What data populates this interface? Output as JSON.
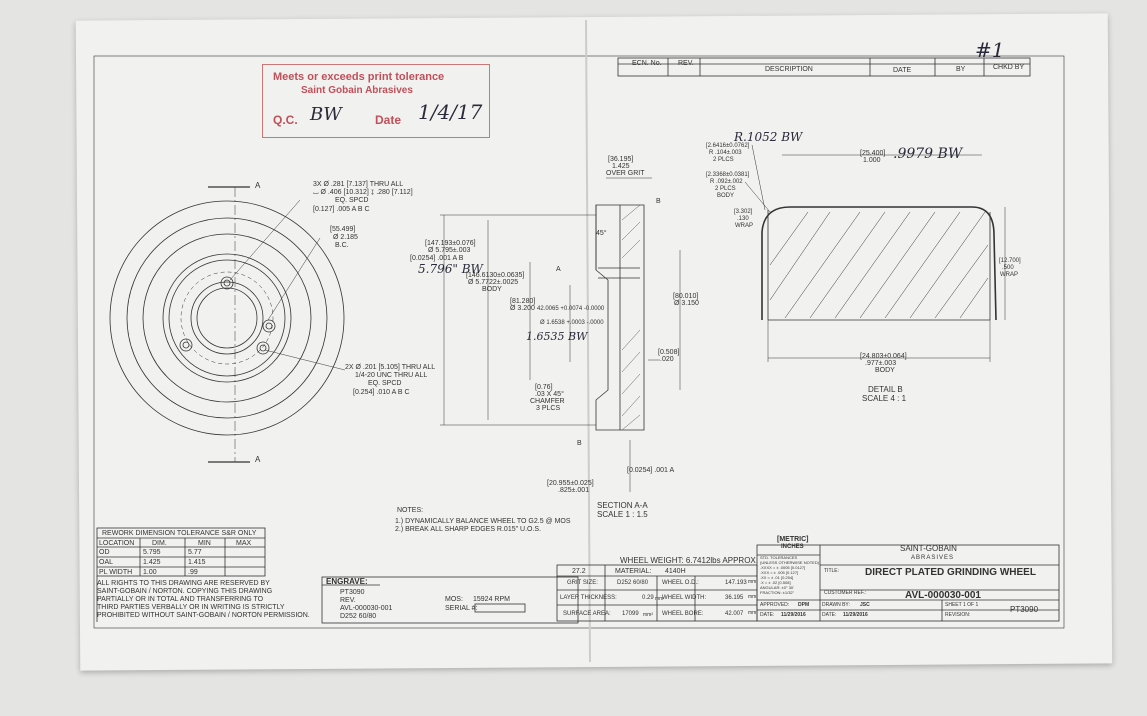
{
  "stamp": {
    "line1": "Meets or exceeds print tolerance",
    "line2": "Saint Gobain Abrasives",
    "qc_label": "Q.C.",
    "qc_value": "BW",
    "date_label": "Date",
    "date_value": "1/4/17"
  },
  "revision_block": {
    "headers": [
      "ECN. No.",
      "REV.",
      "DESCRIPTION",
      "DATE",
      "BY",
      "CHKD BY"
    ],
    "hand_mark": "#1"
  },
  "front_view": {
    "section_label": "A",
    "callout_holes3": [
      "3X Ø .281 [7.137] THRU ALL",
      "⌴ Ø .406 [10.312] ↧ .280 [7.112]",
      "EQ. SPCD"
    ],
    "fcf_holes3": [
      "[0.127]",
      ".005",
      "A",
      "B",
      "C"
    ],
    "bc_values": [
      "[55.499]",
      "Ø 2.185",
      "B.C."
    ],
    "callout_holes2": [
      "2X Ø .201 [5.105] THRU ALL",
      "1/4-20 UNC THRU ALL",
      "EQ. SPCD"
    ],
    "fcf_holes2": [
      "[0.254]",
      ".010",
      "A",
      "B",
      "C"
    ]
  },
  "section_view": {
    "dims": {
      "over_grit": [
        "[36.195]",
        "1.425",
        "OVER GRIT"
      ],
      "od": [
        "[147.193±0.076]",
        "Ø 5.795±.003"
      ],
      "fcf_od": [
        "[0.0254]",
        ".001",
        "A",
        "B"
      ],
      "body": [
        "[146.6130±0.0635]",
        "Ø 5.7722±.0025",
        "BODY"
      ],
      "bore_ref": [
        "[81.280]",
        "Ø 3.200"
      ],
      "bore": [
        "42.0065 +0.0074 -0.0000",
        "Ø 1.6538 +.0003 -.0000"
      ],
      "width": [
        "[80.010]",
        "Ø 3.150"
      ],
      "thk": [
        "[0.508]",
        ".020"
      ],
      "chamfer": [
        "[0.76]",
        ".03 X 45°",
        "CHAMFER",
        "3 PLCS"
      ],
      "bottom": [
        "[20.955±0.025]",
        ".825±.001"
      ],
      "fcf_bottom": [
        "[0.0254]",
        ".001",
        "A"
      ],
      "angle": "45°",
      "datum_a": "A",
      "datum_b": "B",
      "datum_b2": "B"
    },
    "title": [
      "SECTION A-A",
      "SCALE 1 : 1.5"
    ],
    "hand_od": "5.796\" BW",
    "hand_bore": "1.6535 BW"
  },
  "detail_view": {
    "r1": [
      "[2.6416±0.0762]",
      "R .104±.003",
      "2 PLCS"
    ],
    "r2": [
      "[2.3368±0.0381]",
      "R .092±.002",
      "2 PLCS",
      "BODY"
    ],
    "wrap": [
      "[3.302]",
      ".130",
      "WRAP"
    ],
    "top": [
      "[25.400]",
      "1.000"
    ],
    "right": [
      "[12.700]",
      ".500",
      "WRAP"
    ],
    "bottom": [
      "[24.803±0.064]",
      ".977±.003",
      "BODY"
    ],
    "title": [
      "DETAIL B",
      "SCALE 4 : 1"
    ],
    "hand_top": ".9979 BW",
    "hand_r": "R.1052 BW"
  },
  "notes": {
    "heading": "NOTES:",
    "items": [
      "1.) DYNAMICALLY BALANCE WHEEL TO G2.5 @ MOS",
      "2.) BREAK ALL SHARP EDGES R.015\" U.O.S."
    ]
  },
  "rework_table": {
    "title": "REWORK DIMENSION TOLERANCE S&R ONLY",
    "headers": [
      "LOCATION",
      "DIM.",
      "MIN",
      "MAX"
    ],
    "rows": [
      [
        "OD",
        "5.795",
        "5.77",
        ""
      ],
      [
        "OAL",
        "1.425",
        "1.415",
        ""
      ],
      [
        "PL WIDTH",
        "1.00",
        ".99",
        ""
      ]
    ]
  },
  "rights": [
    "ALL RIGHTS TO THIS DRAWING ARE RESERVED BY",
    "SAINT-GOBAIN / NORTON. COPYING THIS DRAWING",
    "PARTIALLY OR IN TOTAL AND TRANSFERRING TO",
    "THIRD PARTIES VERBALLY OR IN WRITING IS STRICTLY",
    "PROHIBITED WITHOUT SAINT-GOBAIN / NORTON PERMISSION."
  ],
  "engrave": {
    "label": "ENGRAVE:",
    "lines": [
      "PT3090",
      "REV.",
      "AVL-000030-001",
      "D252 60/80"
    ],
    "mos_label": "MOS:",
    "mos_value": "15924 RPM",
    "serial_label": "SERIAL #:"
  },
  "specs": {
    "weight": "WHEEL WEIGHT: 6.7412lbs APPROX.",
    "row1": [
      "27.2",
      "MATERIAL:",
      "4140H"
    ],
    "row2": [
      "GRIT SIZE:",
      "D252 60/80",
      "WHEEL O.D.:",
      "147.193",
      "mm"
    ],
    "row3": [
      "LAYER THICKNESS:",
      "0.29",
      "mm",
      "WHEEL WIDTH:",
      "36.195",
      "mm"
    ],
    "row4": [
      "SURFACE AREA:",
      "17099",
      "mm²",
      "WHEEL BORE:",
      "42.007",
      "mm"
    ]
  },
  "title_block": {
    "units": [
      "[METRIC]",
      "INCHES"
    ],
    "tolerances": [
      "STD. TOLERANCES",
      "(UNLESS OTHERWISE NOTED)",
      ".XXXX = ± .0005 [0.0127]",
      ".XXX = ± .005 [0.127]",
      ".XX = ± .01 [0.254]",
      ".X = ± .02 [0.508]",
      "ANGULAR: ±0° 30'",
      "FRACTION: ±1/32\""
    ],
    "approved_label": "APPROVED:",
    "approved": "DPM",
    "date_label": "DATE:",
    "date1": "11/29/2016",
    "drawn_label": "DRAWN BY:",
    "drawn": "JSC",
    "date2": "11/29/2016",
    "company": "SAINT-GOBAIN",
    "division": "ABRASIVES",
    "title_label": "TITLE:",
    "title": "DIRECT PLATED GRINDING WHEEL",
    "customer_label": "CUSTOMER REF.:",
    "part_no": "AVL-000030-001",
    "sheet_label": "SHEET",
    "sheet": "1 OF 1",
    "revision_label": "REVISION:",
    "pt": "PT3090"
  }
}
